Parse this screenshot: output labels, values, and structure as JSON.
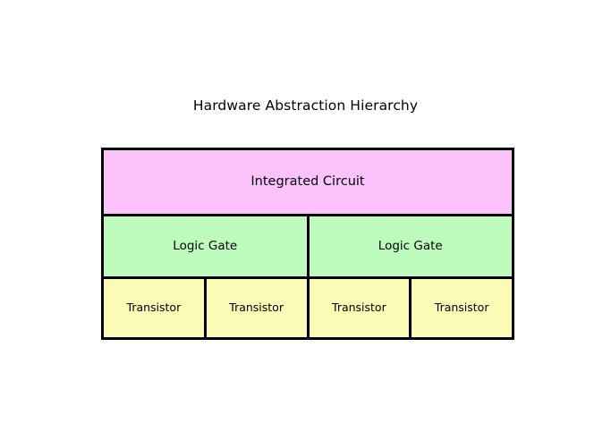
{
  "diagram": {
    "title": "Hardware Abstraction Hierarchy",
    "type": "nested-hierarchy-table",
    "background_color": "#ffffff",
    "border_color": "#000000",
    "tiers": [
      {
        "name": "integrated-circuit",
        "fill_color": "#fbc2fb",
        "cells": [
          {
            "label": "Integrated Circuit"
          }
        ]
      },
      {
        "name": "logic-gate",
        "fill_color": "#bdfcbd",
        "cells": [
          {
            "label": "Logic Gate"
          },
          {
            "label": "Logic Gate"
          }
        ]
      },
      {
        "name": "transistor",
        "fill_color": "#fbfbb5",
        "cells": [
          {
            "label": "Transistor"
          },
          {
            "label": "Transistor"
          },
          {
            "label": "Transistor"
          },
          {
            "label": "Transistor"
          }
        ]
      }
    ]
  }
}
